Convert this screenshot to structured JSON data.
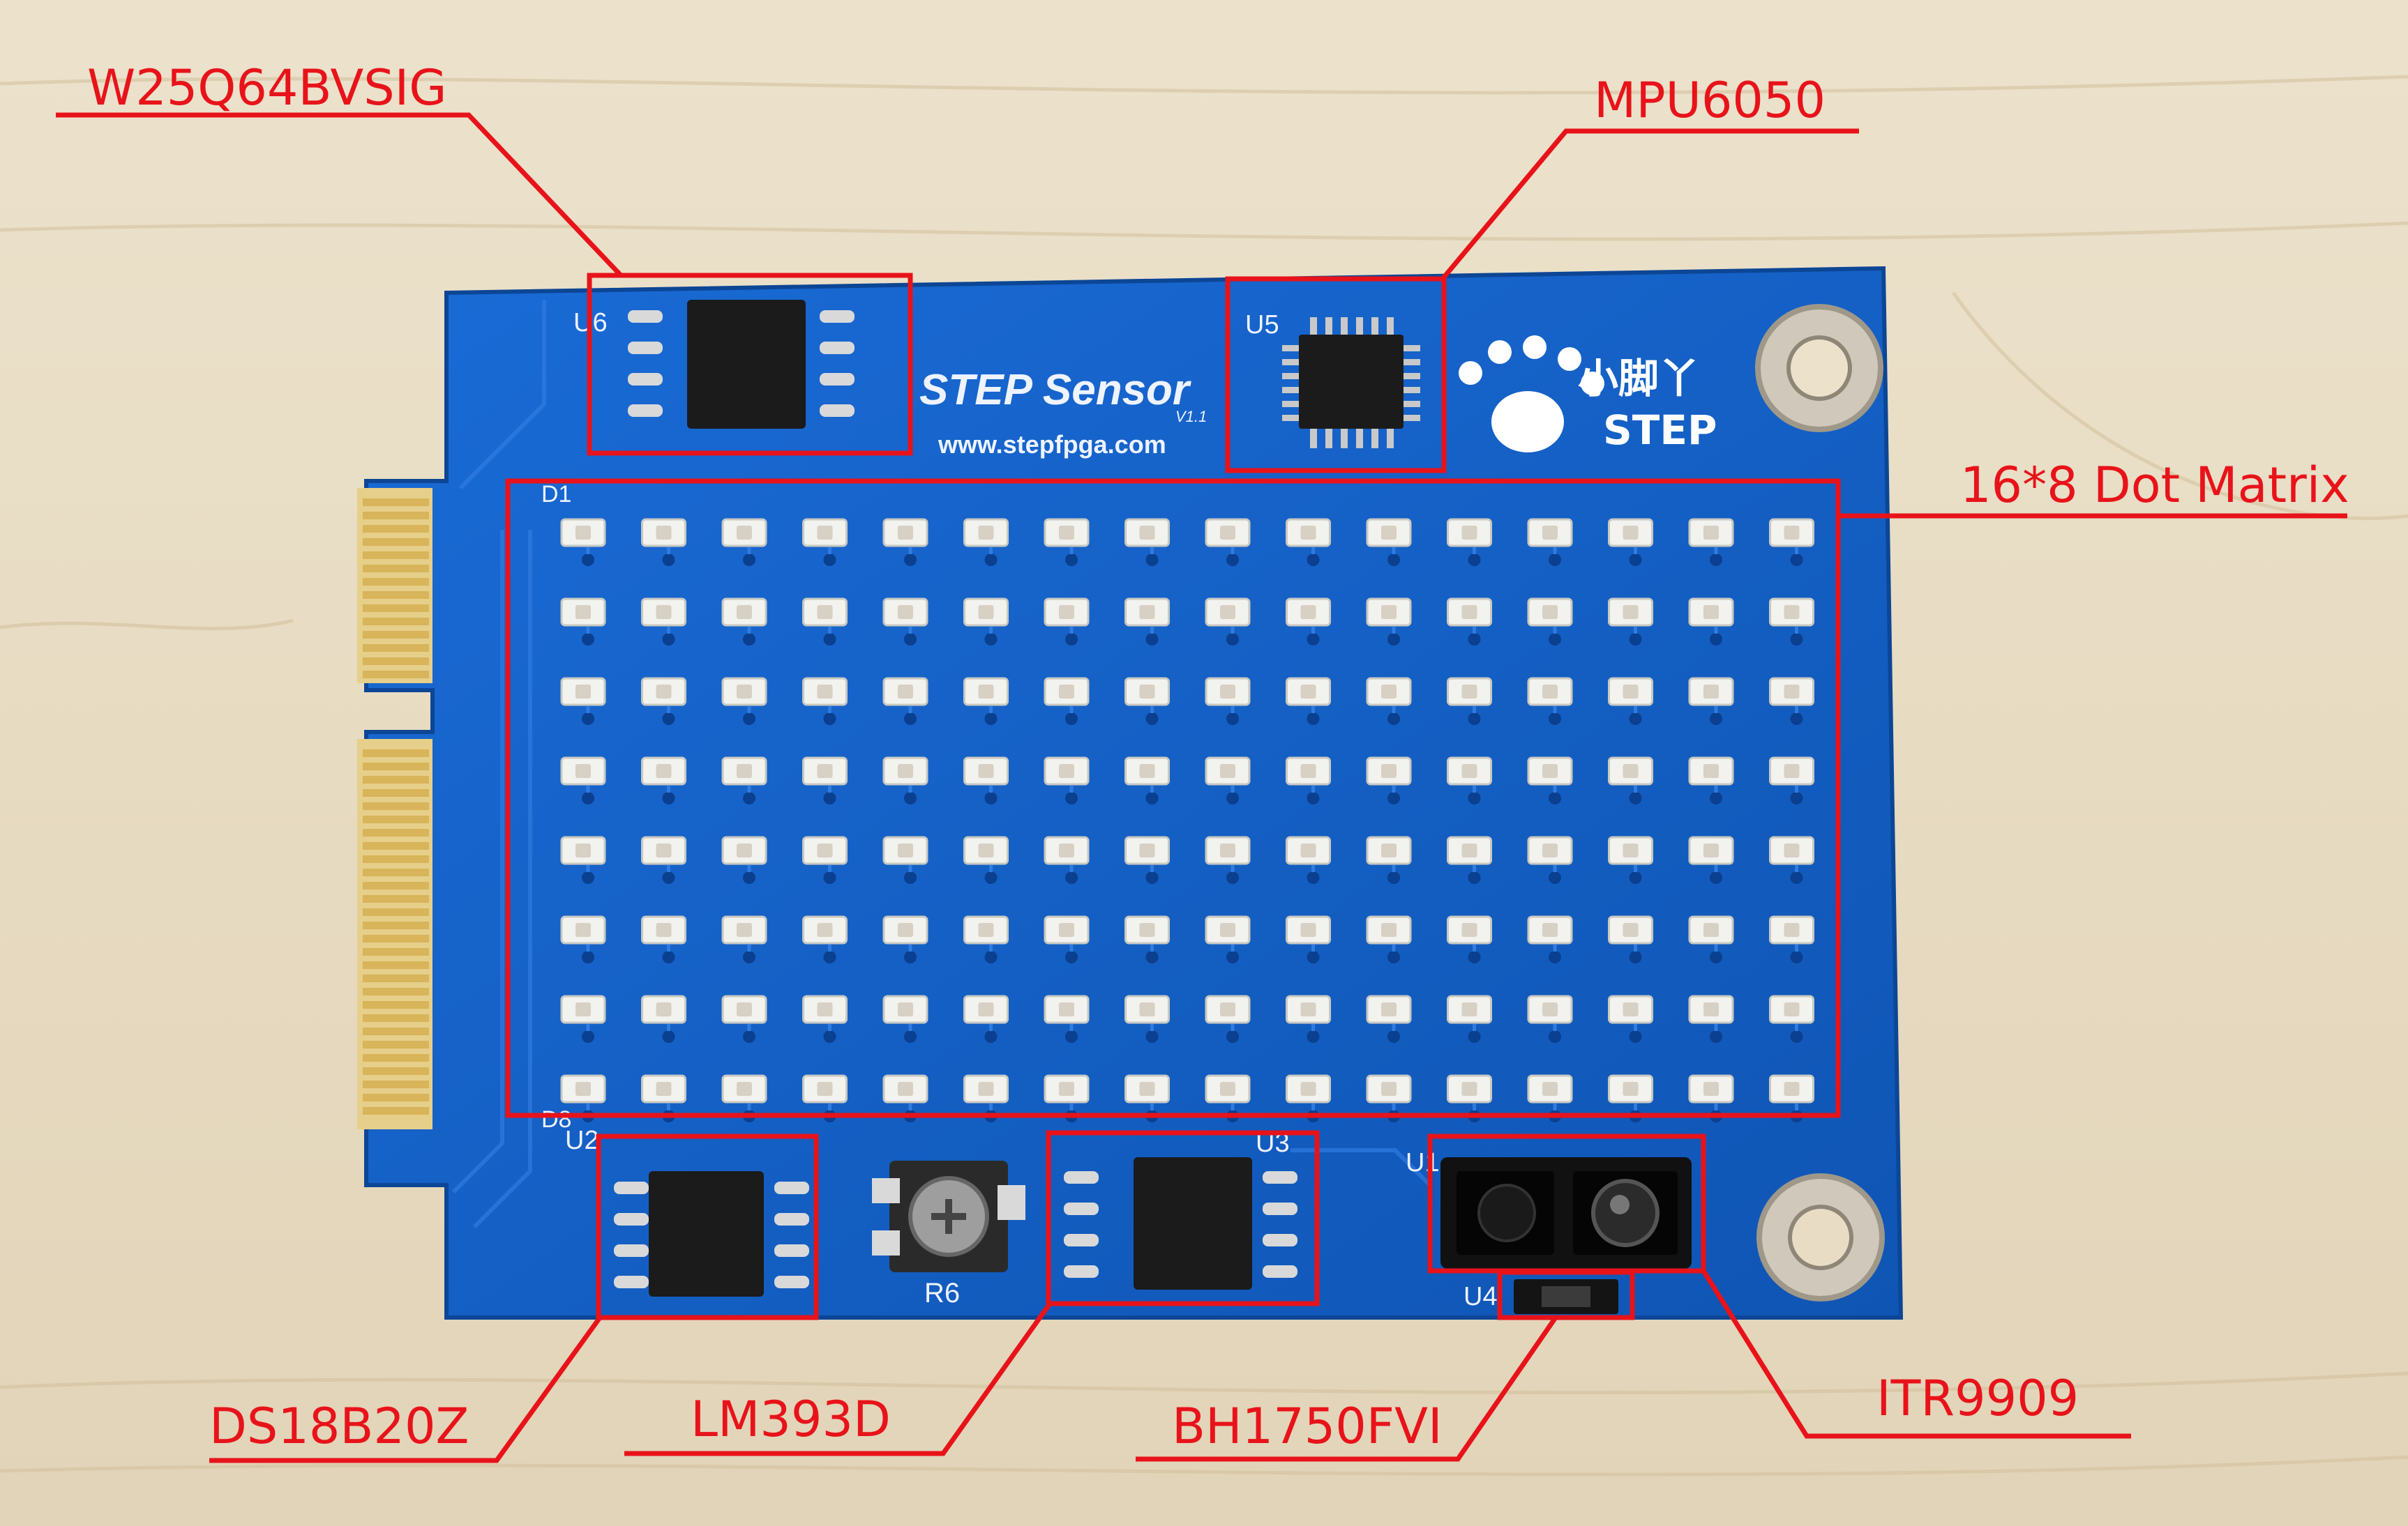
{
  "callouts": {
    "flash": "W25Q64BVSIG",
    "imu": "MPU6050",
    "matrix": "16*8 Dot Matrix",
    "temp": "DS18B20Z",
    "comparator": "LM393D",
    "light": "BH1750FVI",
    "ir": "ITR9909"
  },
  "board": {
    "title": "STEP Sensor",
    "version": "V1.1",
    "url": "www.stepfpga.com",
    "logo_cn": "小脚丫",
    "logo_en": "STEP",
    "labels": {
      "u6": "U6",
      "u5": "U5",
      "u3": "U3",
      "u2": "U2",
      "u1": "U1",
      "u4": "U4",
      "r6": "R6",
      "d1": "D1",
      "d8": "D8"
    }
  },
  "colors": {
    "table": "#e8dcc4",
    "pcb": "#1463c9",
    "callout": "#e8131a",
    "chip": "#1b1b1b",
    "gold": "#d8b45a"
  },
  "matrix": {
    "cols": 16,
    "rows": 8
  }
}
